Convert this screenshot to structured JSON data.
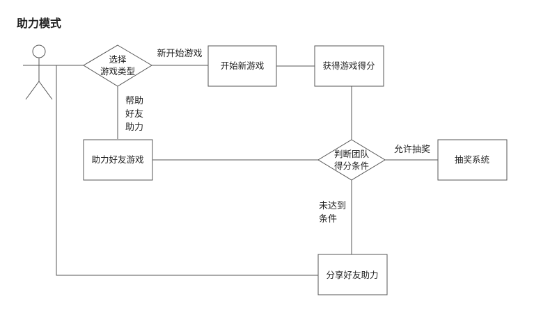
{
  "title": "助力模式",
  "nodes": {
    "choose_type": [
      "选择",
      "游戏类型"
    ],
    "start_new": "开始新游戏",
    "get_score": "获得游戏得分",
    "help_game": "助力好友游戏",
    "judge": [
      "判断团队",
      "得分条件"
    ],
    "lottery": "抽奖系统",
    "share": "分享好友助力"
  },
  "edge_labels": {
    "new_game": "新开始游戏",
    "help_friend": [
      "帮助",
      "好友",
      "助力"
    ],
    "allow_lottery": "允许抽奖",
    "not_reached": [
      "未达到",
      "条件"
    ]
  },
  "colors": {
    "stroke": "#555555",
    "text": "#222222"
  }
}
